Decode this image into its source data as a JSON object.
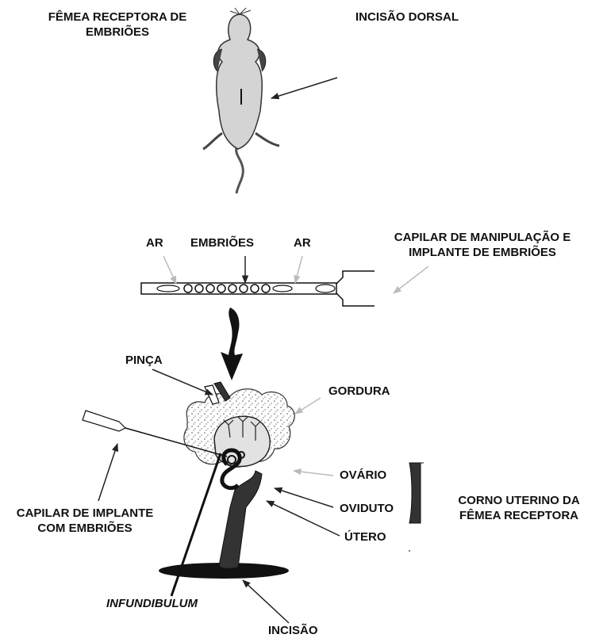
{
  "labels": {
    "female_recipient": [
      "FÊMEA RECEPTORA DE",
      "EMBRIÕES"
    ],
    "dorsal_incision": "INCISÃO DORSAL",
    "air_left": "AR",
    "embryos": "EMBRIÕES",
    "air_right": "AR",
    "capillary_manipulation": [
      "CAPILAR DE MANIPULAÇÃO E",
      "IMPLANTE DE EMBRIÕES"
    ],
    "forceps": "PINÇA",
    "fat": "GORDURA",
    "ovary": "OVÁRIO",
    "oviduct": "OVIDUTO",
    "uterus": "ÚTERO",
    "uterine_horn": [
      "CORNO UTERINO DA",
      "FÊMEA RECEPTORA"
    ],
    "capillary_implant": [
      "CAPILAR DE IMPLANTE",
      "COM EMBRIÕES"
    ],
    "infundibulum": "INFUNDIBULUM",
    "incision": "INCISÃO"
  }
}
